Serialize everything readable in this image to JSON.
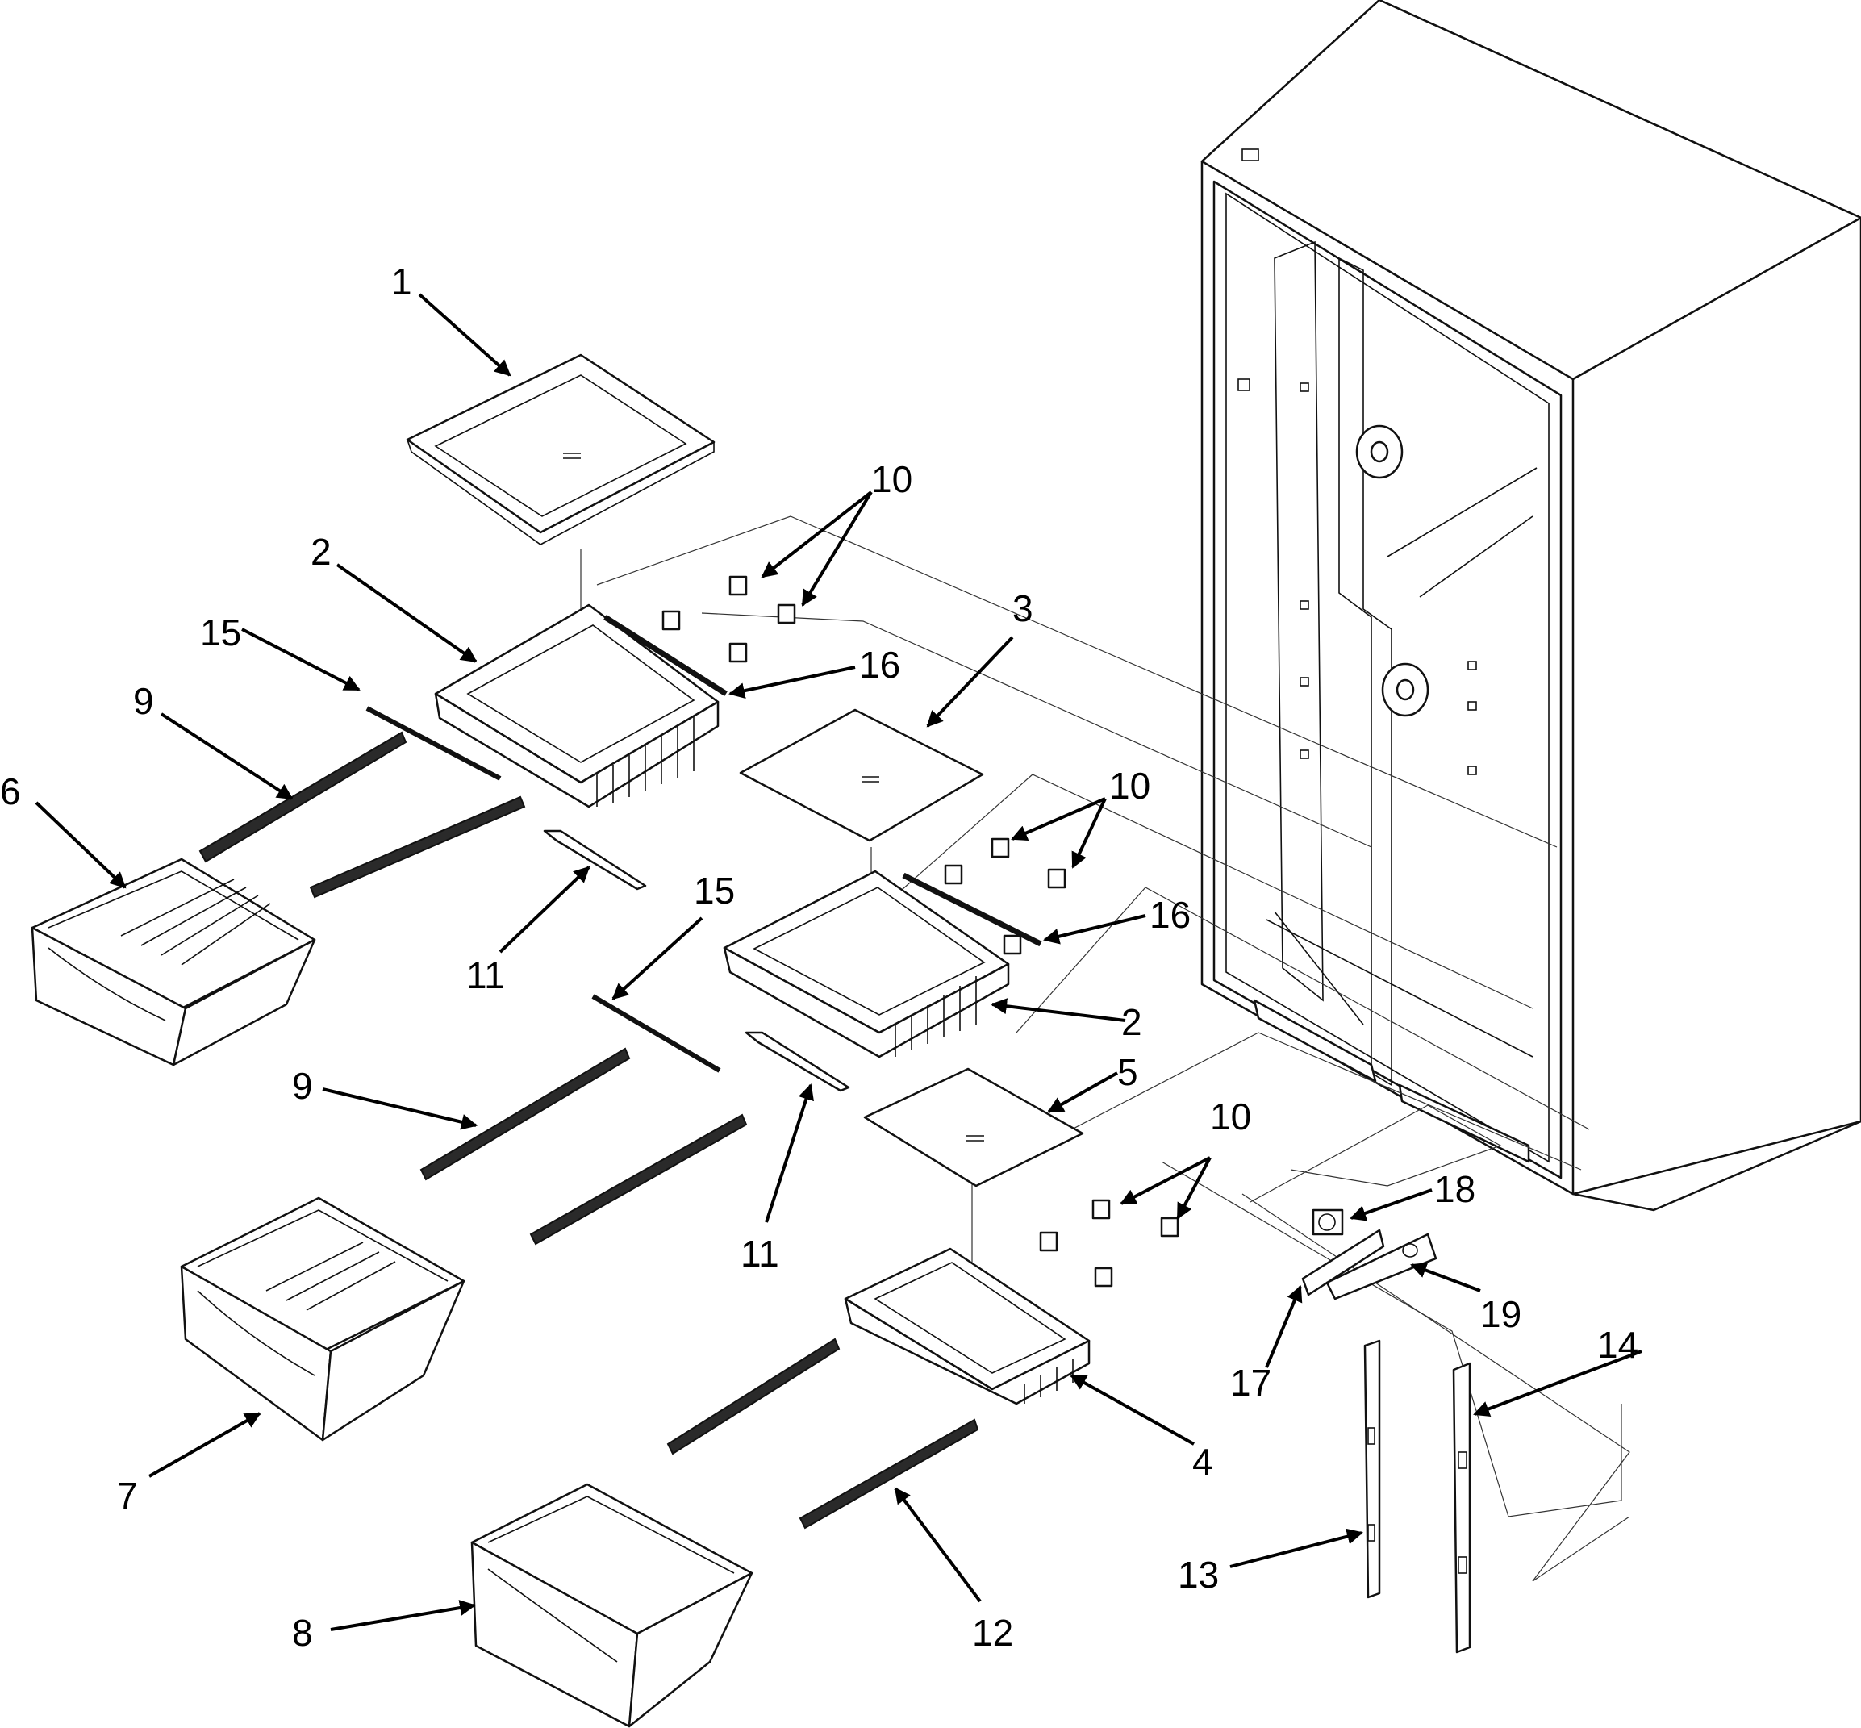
{
  "callouts": [
    {
      "id": "c1",
      "text": "1"
    },
    {
      "id": "c2a",
      "text": "2"
    },
    {
      "id": "c2b",
      "text": "2"
    },
    {
      "id": "c3",
      "text": "3"
    },
    {
      "id": "c4",
      "text": "4"
    },
    {
      "id": "c5",
      "text": "5"
    },
    {
      "id": "c6",
      "text": "6"
    },
    {
      "id": "c7",
      "text": "7"
    },
    {
      "id": "c8",
      "text": "8"
    },
    {
      "id": "c9a",
      "text": "9"
    },
    {
      "id": "c9b",
      "text": "9"
    },
    {
      "id": "c10a",
      "text": "10"
    },
    {
      "id": "c10b",
      "text": "10"
    },
    {
      "id": "c10c",
      "text": "10"
    },
    {
      "id": "c11a",
      "text": "11"
    },
    {
      "id": "c11b",
      "text": "11"
    },
    {
      "id": "c12",
      "text": "12"
    },
    {
      "id": "c13",
      "text": "13"
    },
    {
      "id": "c14",
      "text": "14"
    },
    {
      "id": "c15a",
      "text": "15"
    },
    {
      "id": "c15b",
      "text": "15"
    },
    {
      "id": "c16a",
      "text": "16"
    },
    {
      "id": "c16b",
      "text": "16"
    },
    {
      "id": "c17",
      "text": "17"
    },
    {
      "id": "c18",
      "text": "18"
    },
    {
      "id": "c19",
      "text": "19"
    }
  ]
}
